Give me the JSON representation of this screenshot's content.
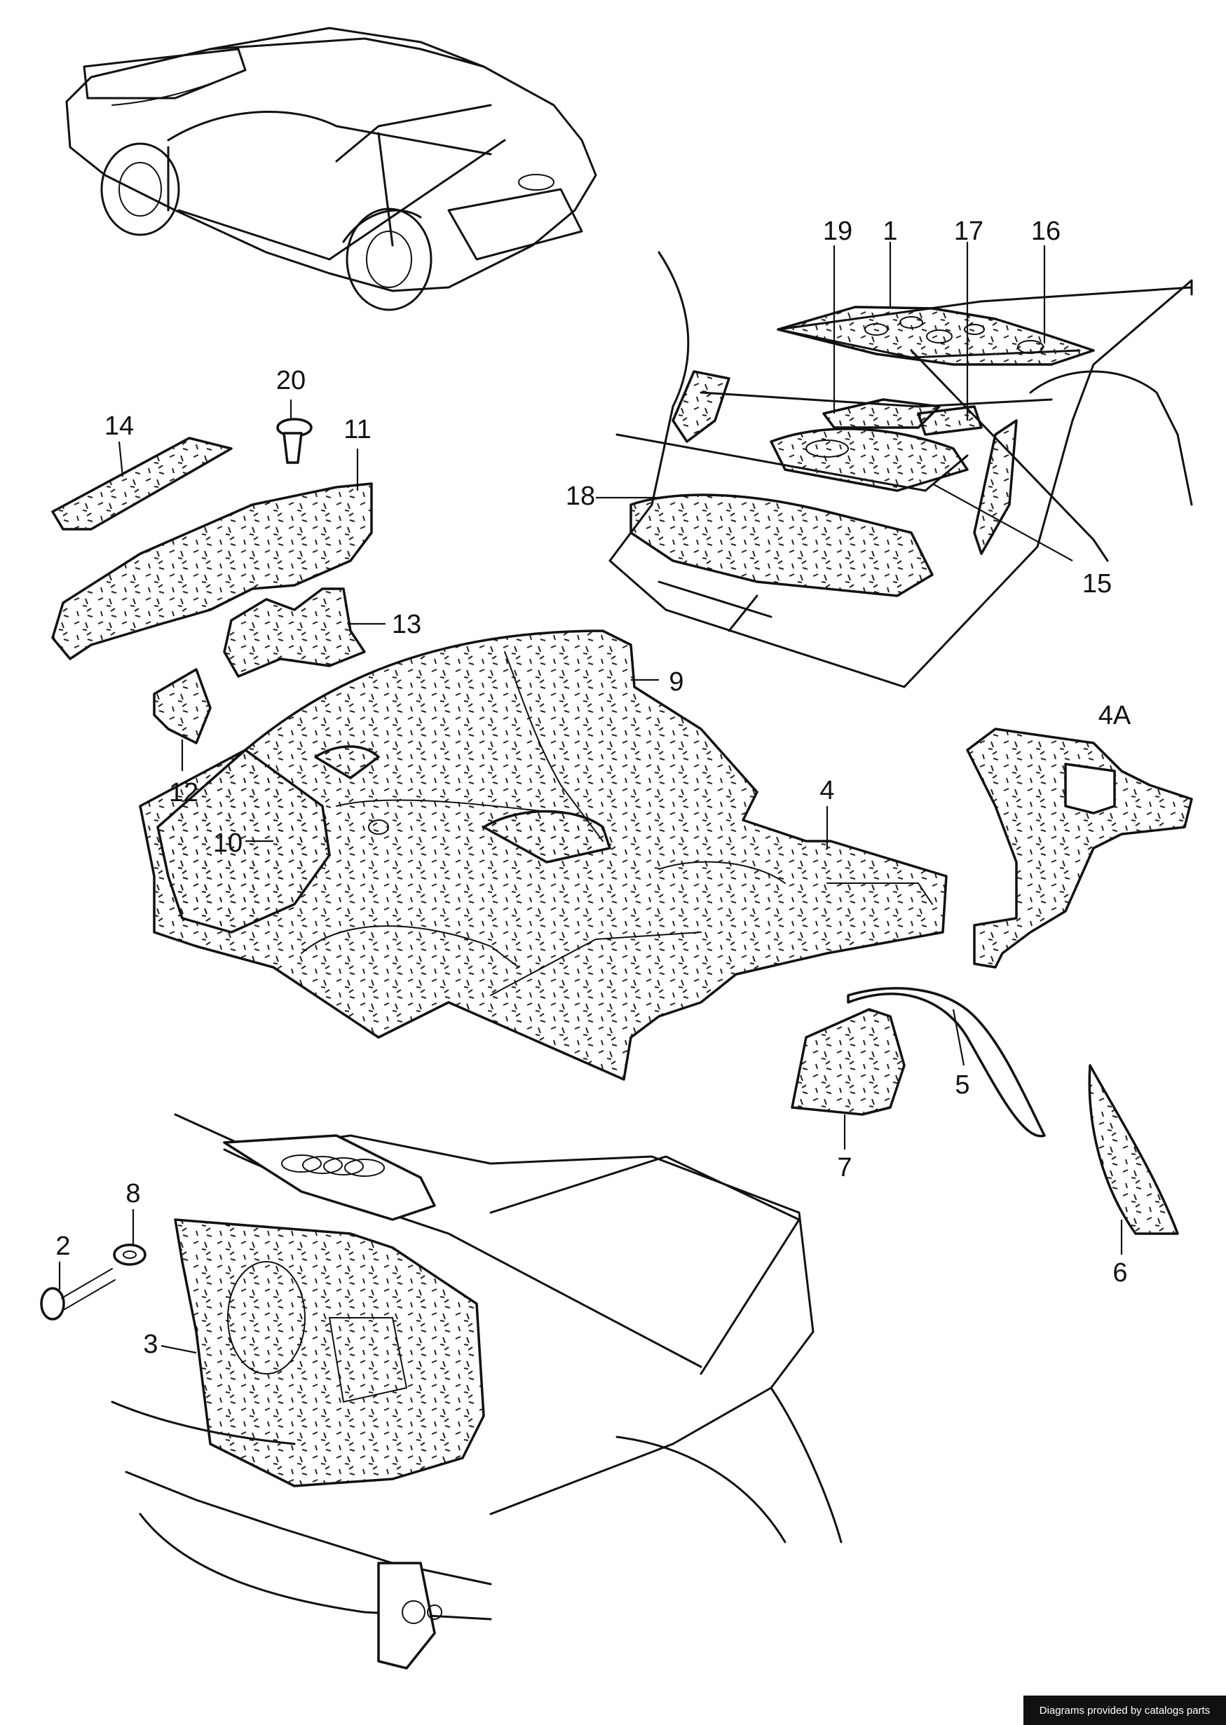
{
  "callouts": {
    "c1": "1",
    "c2": "2",
    "c3": "3",
    "c4": "4",
    "c4a": "4A",
    "c5": "5",
    "c6": "6",
    "c7": "7",
    "c8": "8",
    "c9": "9",
    "c10": "10",
    "c11": "11",
    "c12": "12",
    "c13": "13",
    "c14": "14",
    "c15": "15",
    "c16": "16",
    "c17": "17",
    "c18": "18",
    "c19": "19",
    "c20": "20"
  },
  "credit": "Diagrams provided by catalogs parts"
}
